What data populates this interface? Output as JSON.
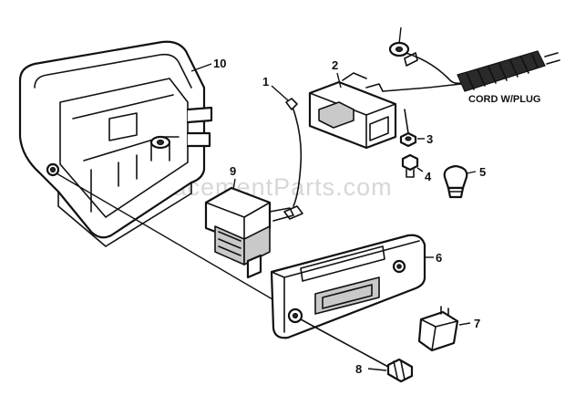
{
  "watermark": "ReplacementParts.com",
  "cord_label": "CORD W/PLUG",
  "callouts": {
    "c1": "1",
    "c2": "2",
    "c3": "3",
    "c4": "4",
    "c5": "5",
    "c6": "6",
    "c7": "7",
    "c8": "8",
    "c9": "9",
    "c10": "10"
  }
}
